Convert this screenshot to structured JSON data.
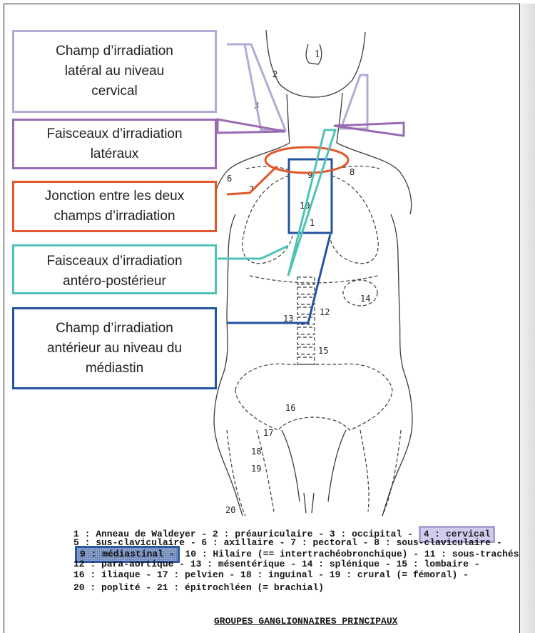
{
  "annotations": [
    {
      "lines": [
        "Champ d’irradiation",
        "latéral au niveau",
        "cervical"
      ],
      "color": "#b5a9d6"
    },
    {
      "lines": [
        "Faisceaux d’irradiation",
        "latéraux"
      ],
      "color": "#9a6ab3"
    },
    {
      "lines": [
        "Jonction entre les deux",
        "champs d’irradiation"
      ],
      "color": "#e2572b"
    },
    {
      "lines": [
        "Faisceaux d’irradiation",
        "antéro-postérieur"
      ],
      "color": "#4ec3b5"
    },
    {
      "lines": [
        "Champ d’irradiation",
        "antérieur au niveau du",
        "médiastin"
      ],
      "color": "#2453a0"
    }
  ],
  "figure_labels": [
    "1",
    "2",
    "3",
    "6",
    "7",
    "8",
    "9",
    "10",
    "1",
    "12",
    "13",
    "14",
    "15",
    "16",
    "17",
    "18",
    "19",
    "20"
  ],
  "legend": {
    "line1": "1 : Anneau de Waldeyer - 2 : préauriculaire - 3 : occipital - ",
    "line1_highlight": "4 : cervical",
    "line2": "5 : sus-claviculaire - 6 : axillaire - 7 : pectoral - 8 : sous-claviculaire -",
    "line3_highlight": "9 : médiastinal -",
    "line3": " 10 : Hilaire (== intertrachéobronchique) - 11 : sous-trachés",
    "line4": "12 : para-aortique - 13 : mésentérique - 14 : splénique - 15 : lombaire -",
    "line5": "16 : iliaque - 17 : pelvien - 18 : inguinal - 19 : crural (= fémoral) -",
    "line6": "20 : poplité - 21 : épitrochléen (= brachial)"
  },
  "title": "GROUPES GANGLIONNAIRES PRINCIPAUX"
}
